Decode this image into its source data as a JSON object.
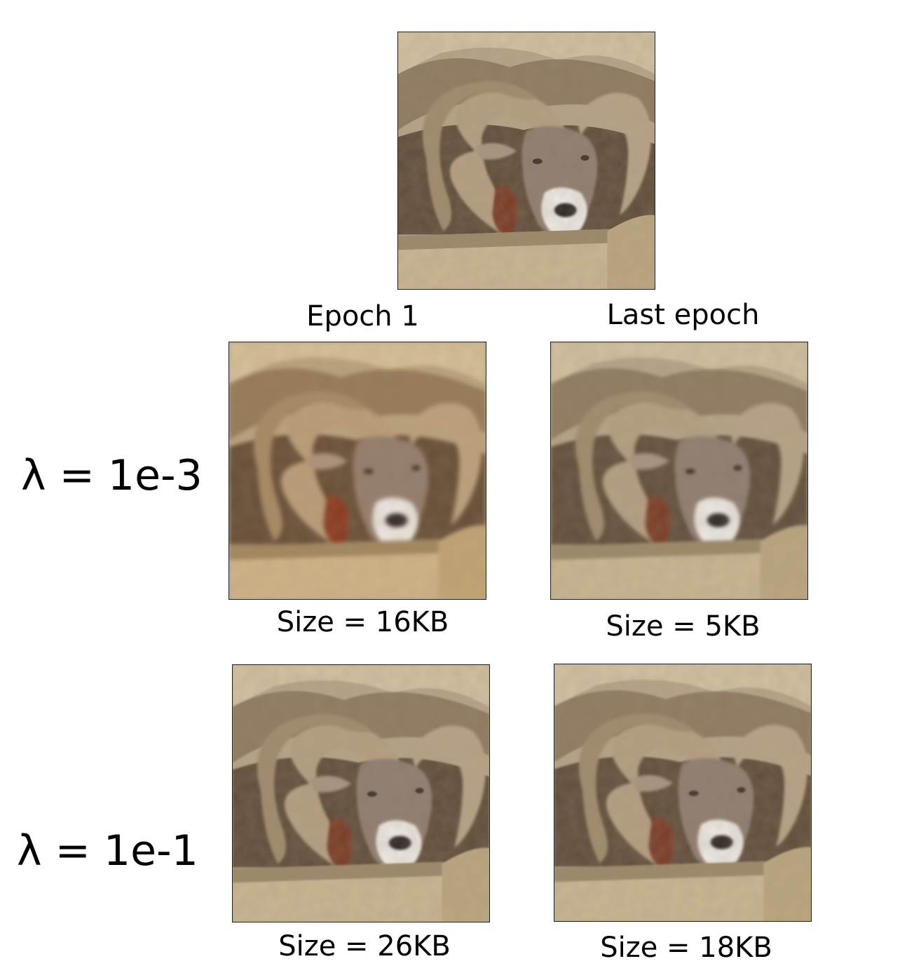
{
  "figure": {
    "column_headers": [
      "Epoch 1",
      "Last epoch"
    ],
    "rows": [
      {
        "label": "λ = 1e-3",
        "cells": [
          {
            "size_label": "Size = 16KB"
          },
          {
            "size_label": "Size = 5KB"
          }
        ]
      },
      {
        "label": "λ = 1e-1",
        "cells": [
          {
            "size_label": "Size = 26KB"
          },
          {
            "size_label": "Size = 18KB"
          }
        ]
      }
    ]
  },
  "colors": {
    "rock_light": "#cdb996",
    "rock_dark": "#6f5b45",
    "horn": "#b39d80",
    "face": "#8e7c70",
    "muzzle": "#f0eeea",
    "nose": "#2a2420",
    "throat_red": "#7a3a28"
  },
  "image_subject": "bighorn-ram-icon"
}
